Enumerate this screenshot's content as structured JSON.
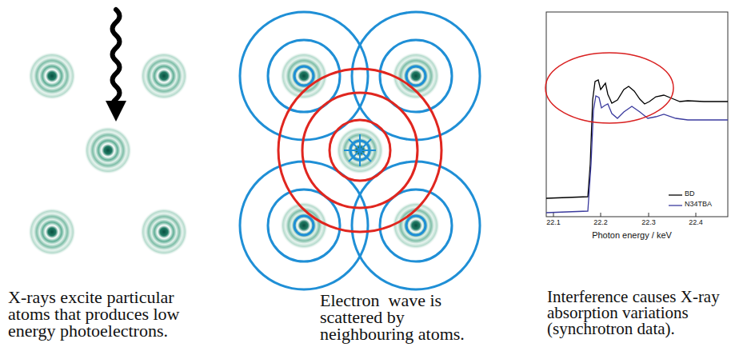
{
  "diagram": {
    "labels": [
      "X-rays excite particular atoms that produces low energy photoelectrons.",
      "Electron  wave is scattered by neighbouring atoms.",
      "22.1",
      "22.2",
      "22.3",
      "22.4",
      "Photon energy / keV",
      "Interference causes X-ray absorption variations (synchrotron data)."
    ],
    "legend": [
      {
        "text": "BD"
      },
      {
        "text": "N34TBA"
      }
    ]
  }
}
